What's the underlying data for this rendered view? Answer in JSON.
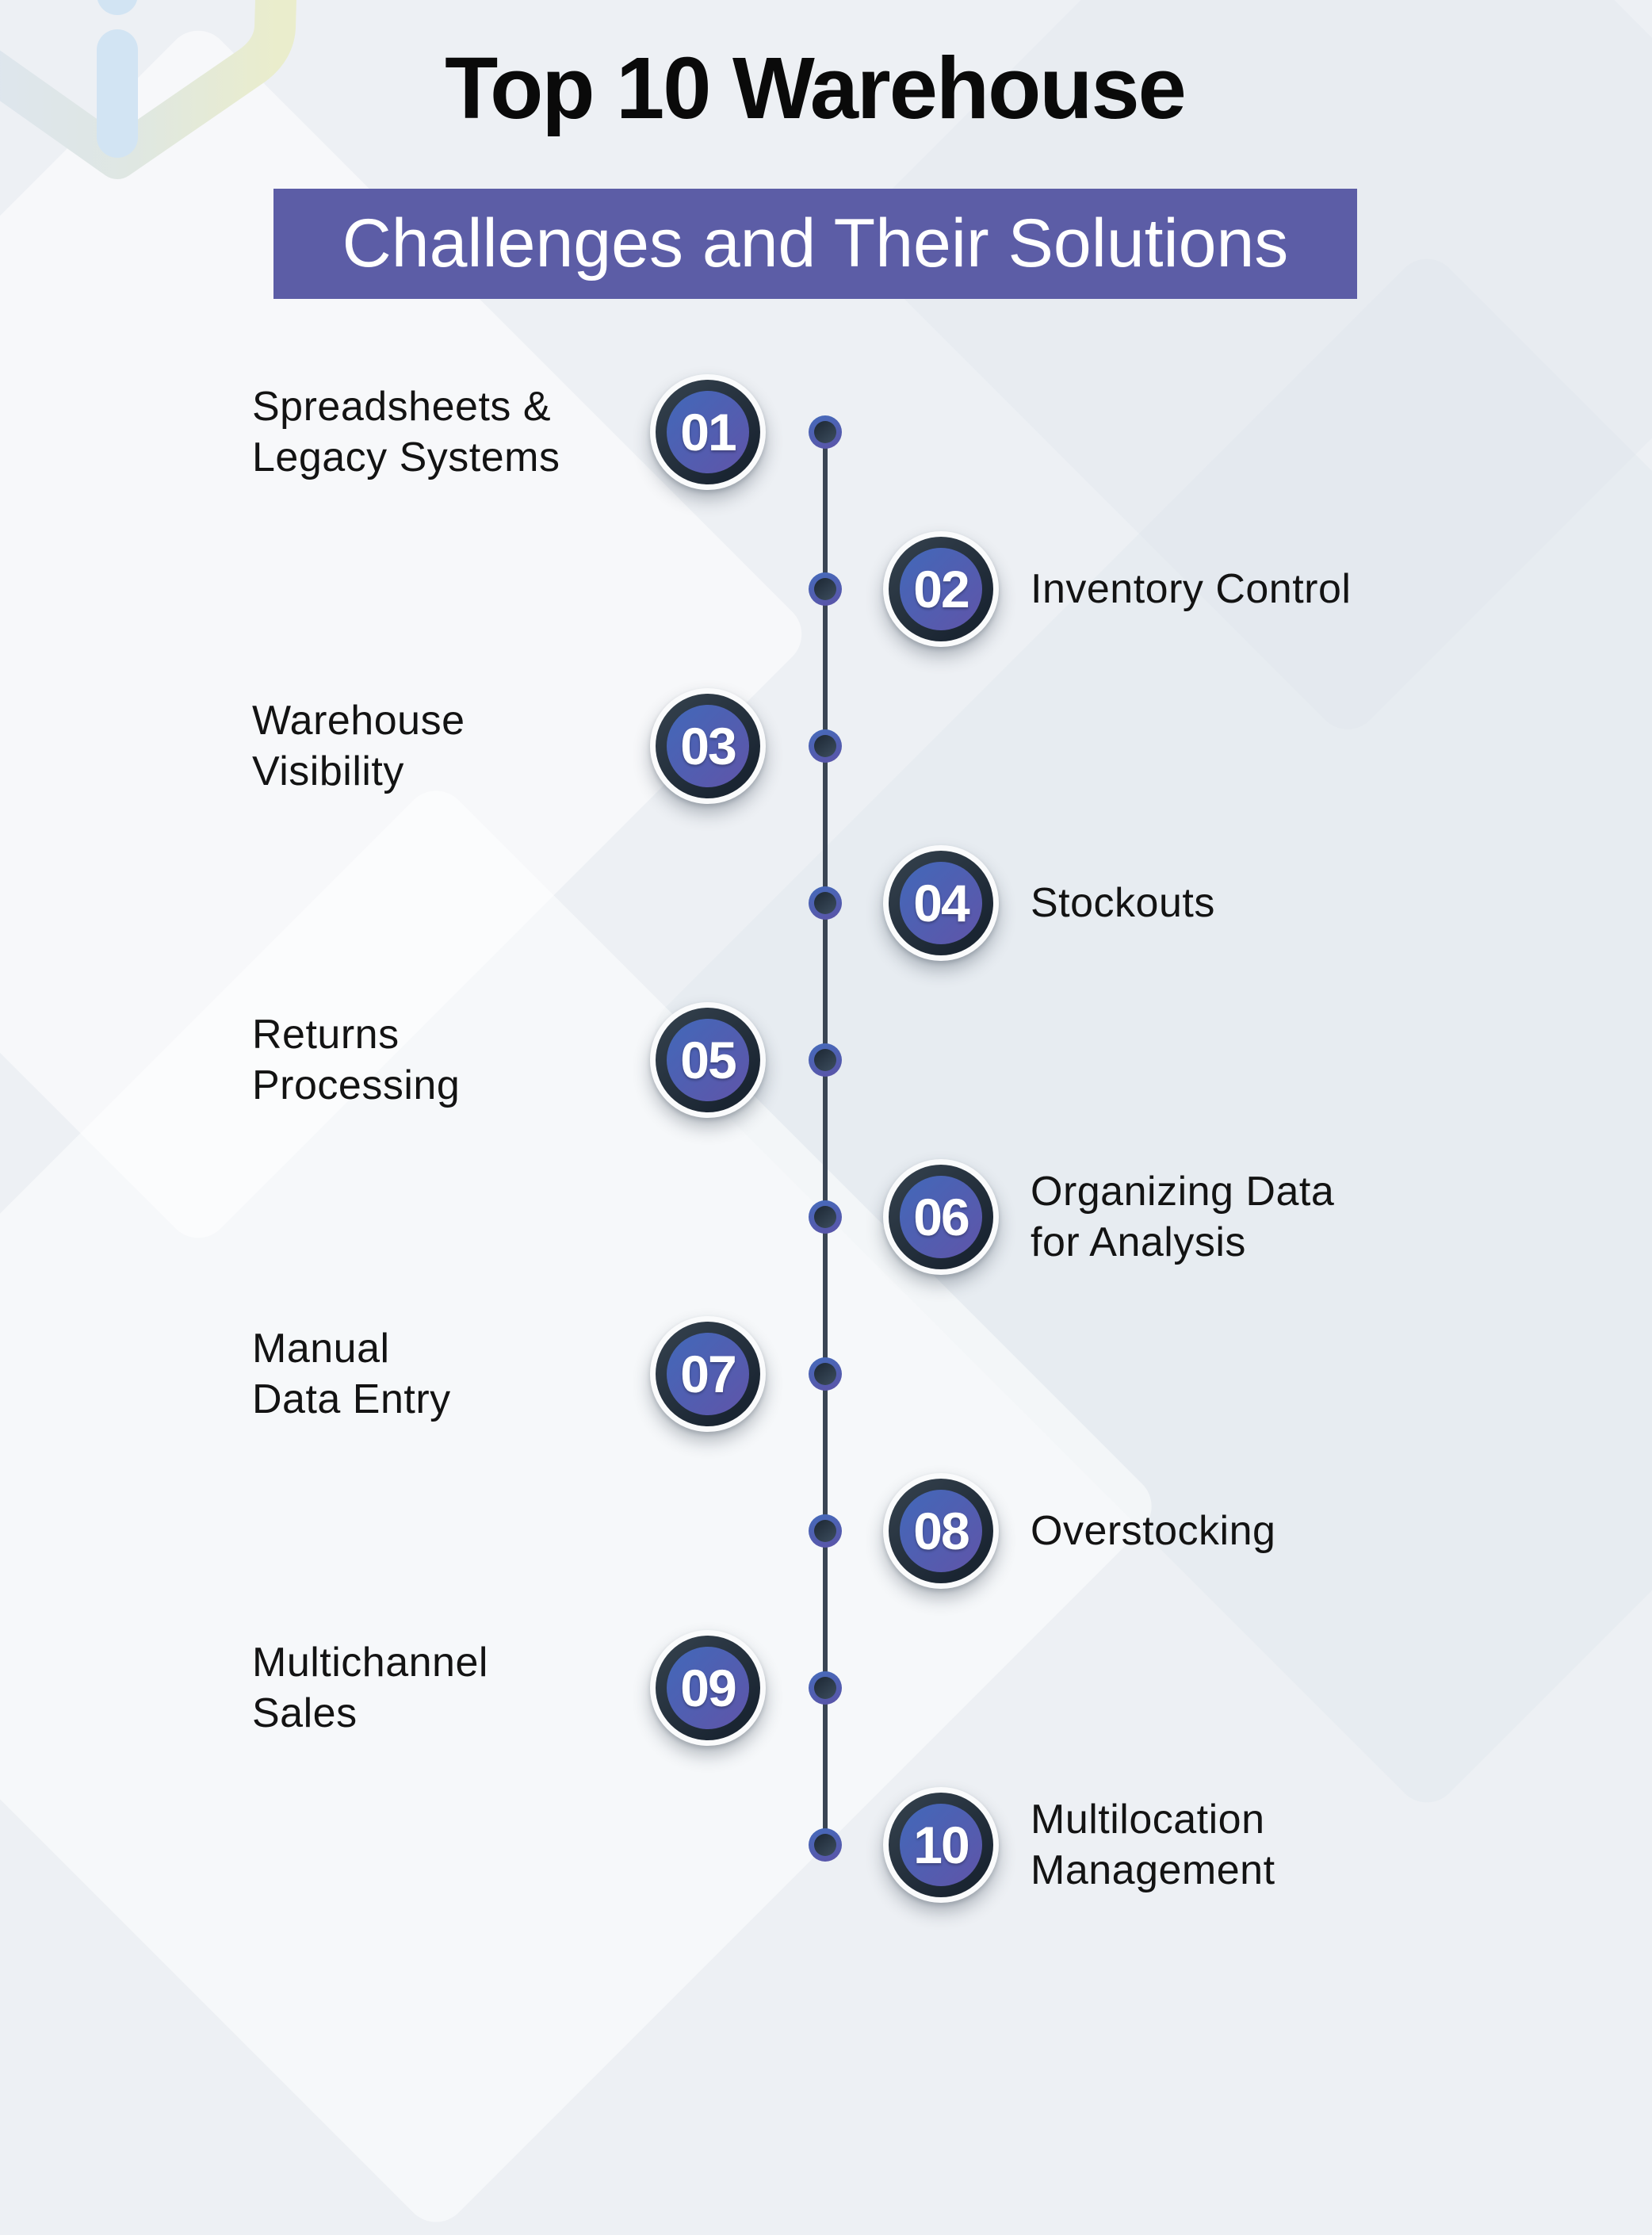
{
  "header": {
    "title": "Top 10 Warehouse",
    "subtitle": "Challenges and Their Solutions"
  },
  "colors": {
    "background": "#edf0f4",
    "banner": "#5c5da6",
    "title_text": "#0a0a0a",
    "banner_text": "#ffffff",
    "badge_gradient_start": "#4467b8",
    "badge_gradient_end": "#5d56aa",
    "badge_ring_dark": "#1a2532",
    "badge_ring_white": "#fafbfc",
    "timeline_line": "#3a4554",
    "label_text": "#131313"
  },
  "logo": {
    "icon": "open-box-arrow-watermark-icon"
  },
  "rows": [
    {
      "num": "01",
      "line1": "Spreadsheets &",
      "line2": "Legacy Systems"
    },
    {
      "num": "02",
      "line1": "Inventory Control",
      "line2": ""
    },
    {
      "num": "03",
      "line1": "Warehouse",
      "line2": "Visibility"
    },
    {
      "num": "04",
      "line1": "Stockouts",
      "line2": ""
    },
    {
      "num": "05",
      "line1": "Returns",
      "line2": "Processing"
    },
    {
      "num": "06",
      "line1": "Organizing Data",
      "line2": "for Analysis"
    },
    {
      "num": "07",
      "line1": "Manual",
      "line2": "Data Entry"
    },
    {
      "num": "08",
      "line1": "Overstocking",
      "line2": ""
    },
    {
      "num": "09",
      "line1": "Multichannel",
      "line2": "Sales"
    },
    {
      "num": "10",
      "line1": "Multilocation",
      "line2": "Management"
    }
  ]
}
